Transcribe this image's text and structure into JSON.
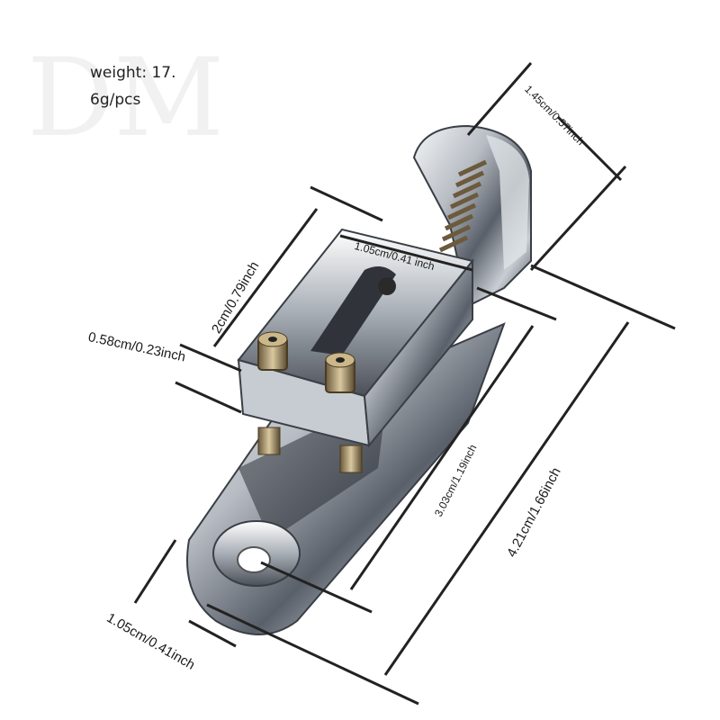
{
  "watermark": "DM",
  "weight": {
    "line1": "weight: 17.",
    "line2": "6g/pcs"
  },
  "dimensions": {
    "top_width": "1.45cm/0.57inch",
    "block_height": "2cm/0.79inch",
    "block_width": "1.05cm/0.41 inch",
    "screw_height": "0.58cm/0.23inch",
    "base_length": "3.03cm/1.19inch",
    "total_length": "4.21cm/1.66inch",
    "base_width": "1.05cm/0.41inch"
  },
  "colors": {
    "chrome_dark": "#4a4f58",
    "chrome_mid": "#9aa0a8",
    "chrome_light": "#e9ecef",
    "dimension_line": "#222222"
  }
}
